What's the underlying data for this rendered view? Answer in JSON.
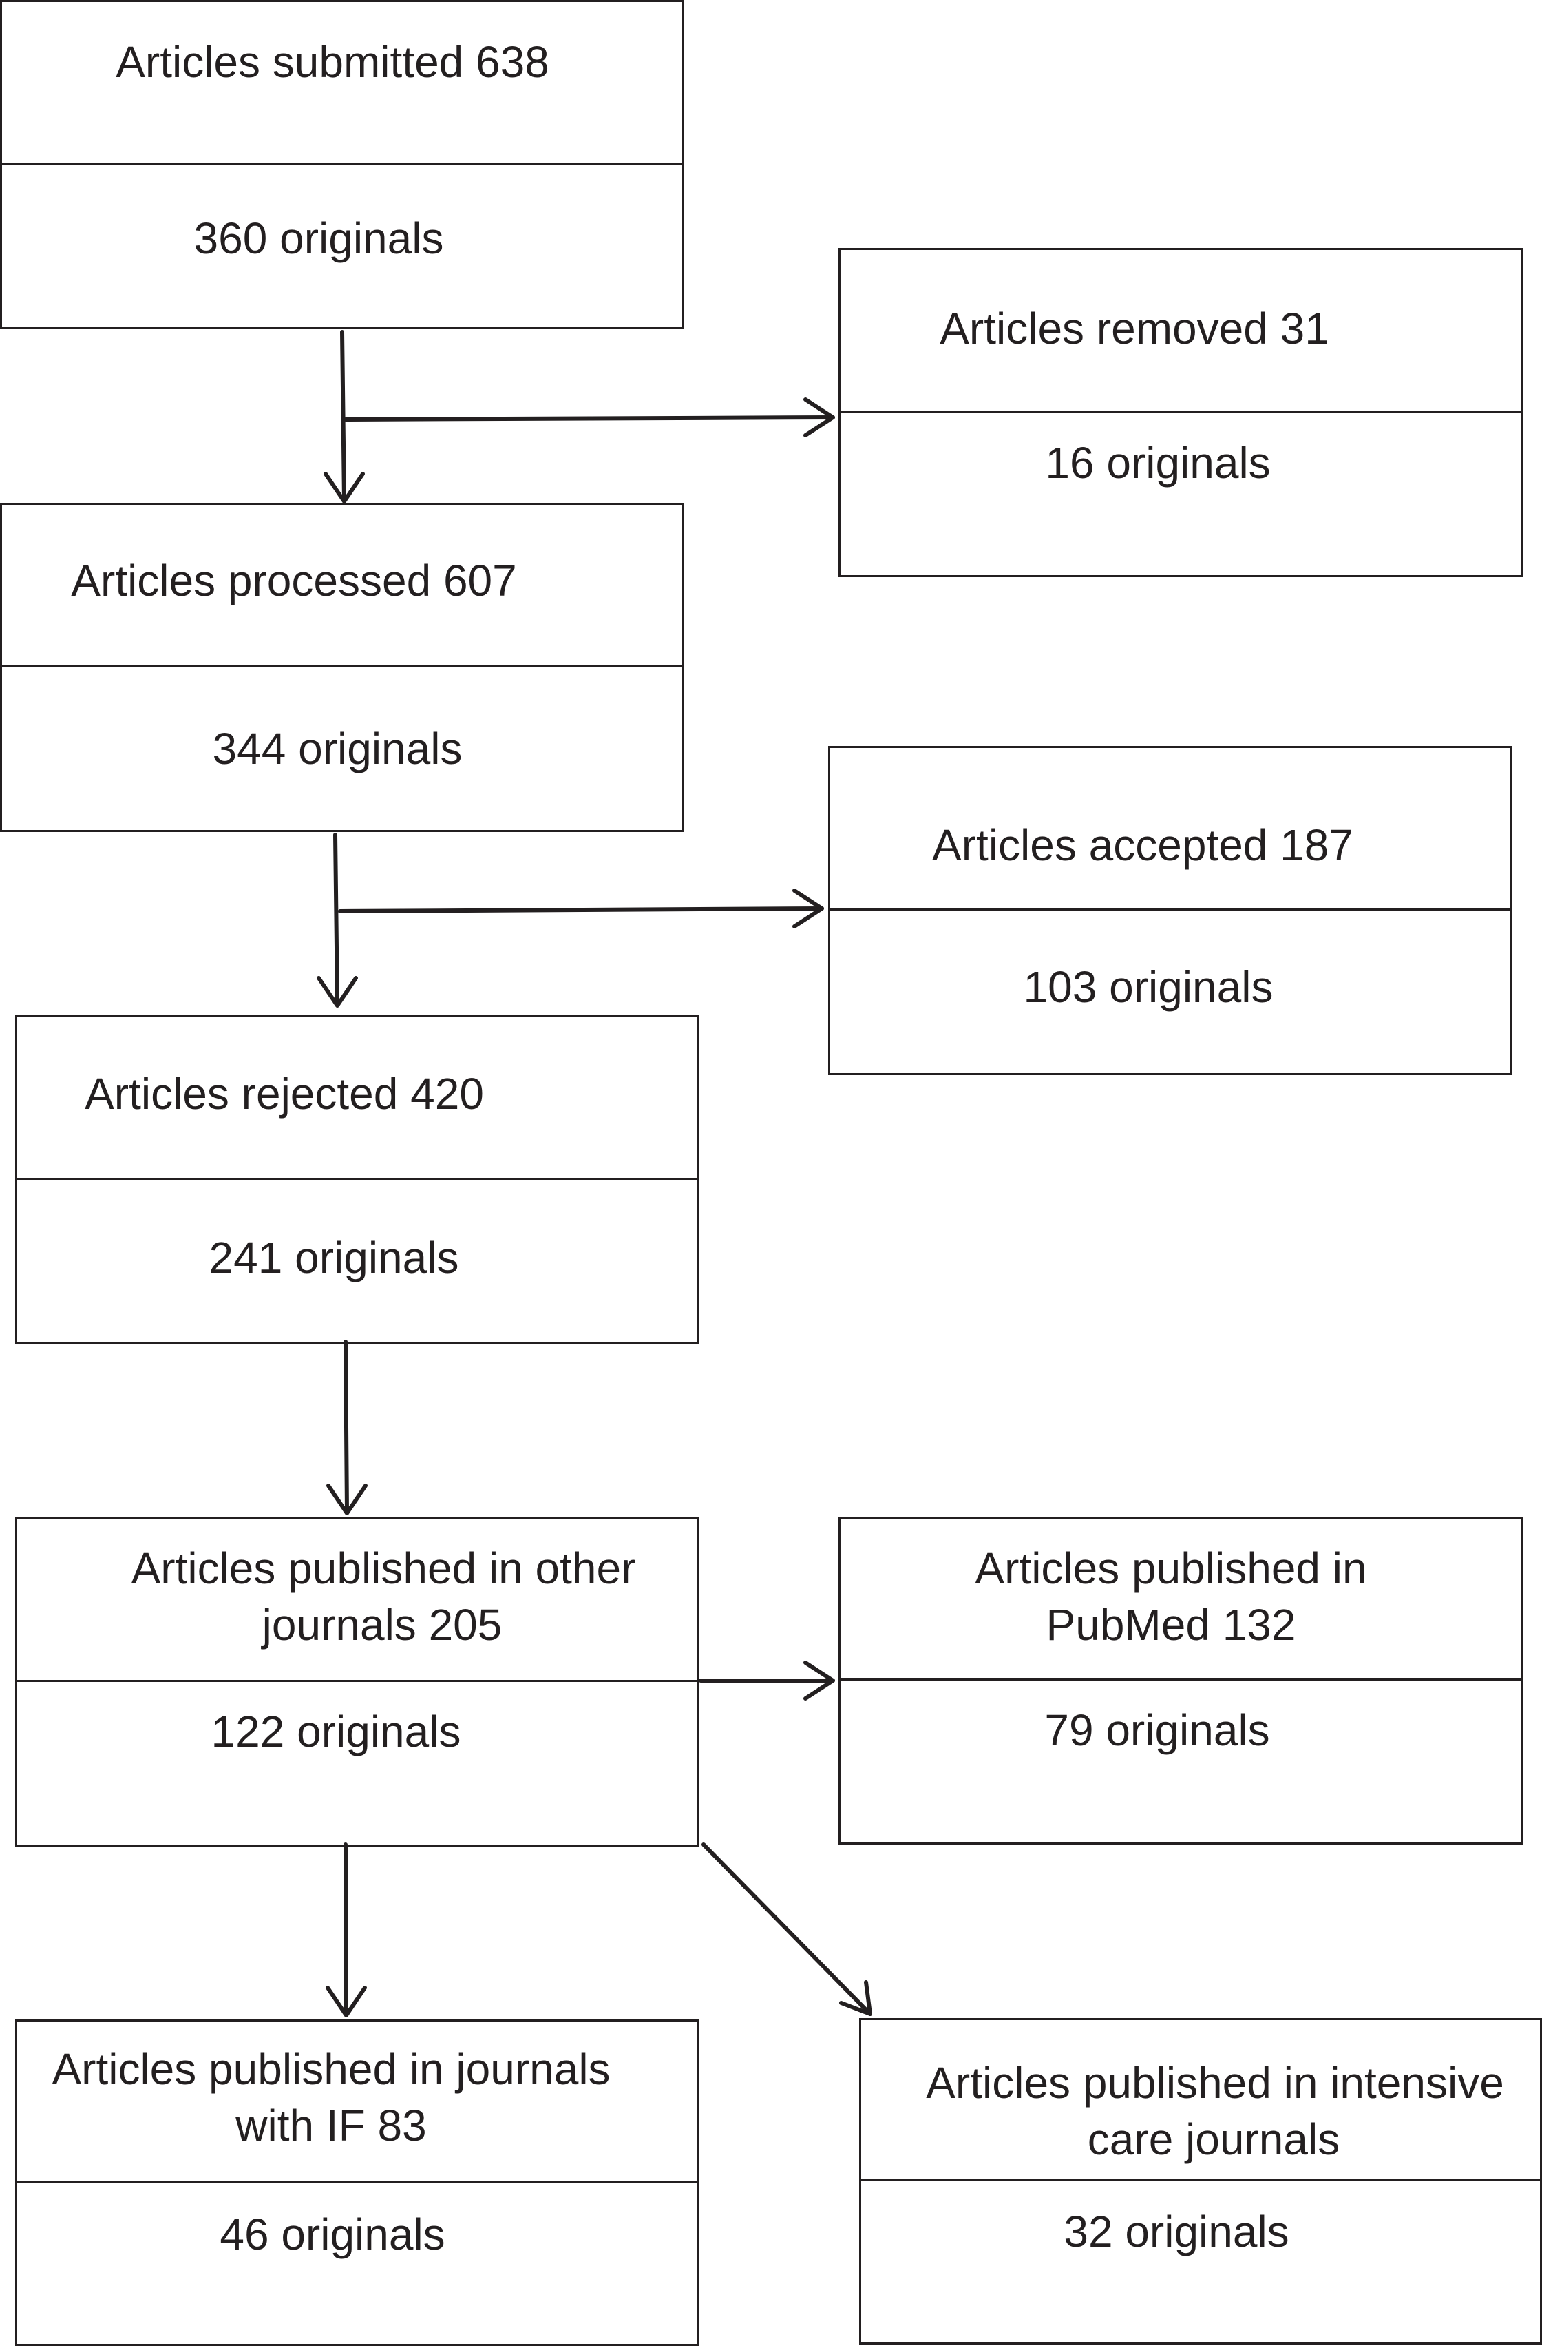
{
  "boxes": {
    "submitted": {
      "title": "Articles submitted 638",
      "sub": "360 originals"
    },
    "removed": {
      "title": "Articles removed 31",
      "sub": "16 originals"
    },
    "processed": {
      "title": "Articles processed 607",
      "sub": "344 originals"
    },
    "accepted": {
      "title": "Articles accepted 187",
      "sub": "103 originals"
    },
    "rejected": {
      "title": "Articles rejected 420",
      "sub": "241 originals"
    },
    "other_journals": {
      "title_line1": "Articles published in other",
      "title_line2": "journals 205",
      "sub": "122 originals"
    },
    "pubmed": {
      "title_line1": "Articles published in",
      "title_line2": "PubMed 132",
      "sub": "79 originals"
    },
    "with_if": {
      "title_line1": "Articles published in journals",
      "title_line2": "with IF 83",
      "sub": "46 originals"
    },
    "intensive_care": {
      "title_line1": "Articles published in intensive",
      "title_line2": "care journals",
      "sub": "32 originals"
    }
  }
}
